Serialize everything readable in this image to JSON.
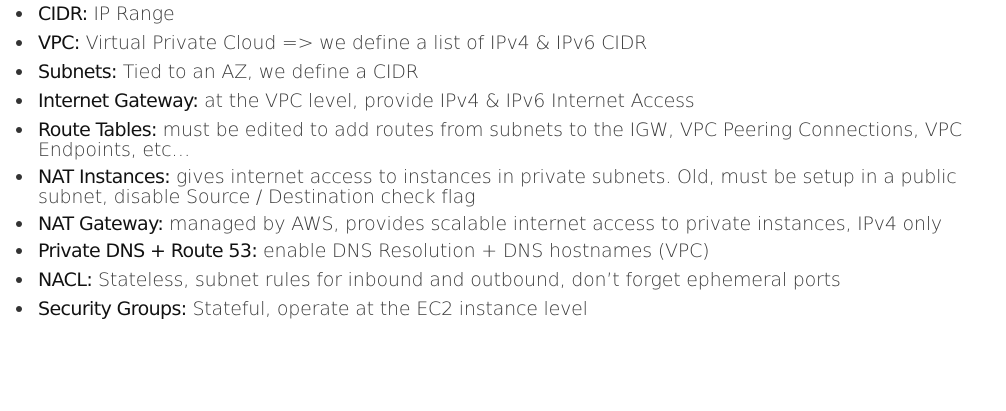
{
  "items": [
    {
      "term": "CIDR:",
      "desc": " IP Range"
    },
    {
      "term": "VPC:",
      "desc": " Virtual Private Cloud => we define a list of IPv4 & IPv6 CIDR"
    },
    {
      "term": "Subnets:",
      "desc": " Tied to an AZ, we define a CIDR"
    },
    {
      "term": "Internet Gateway:",
      "desc": " at the VPC level, provide IPv4 & IPv6 Internet Access"
    },
    {
      "term": "Route Tables:",
      "desc": " must be edited to add routes from subnets to the IGW, VPC Peering Connections, VPC Endpoints, etc…"
    },
    {
      "term": "NAT Instances:",
      "desc": " gives internet access to instances in private subnets. Old, must be setup in a public subnet, disable Source / Destination check flag"
    },
    {
      "term": "NAT Gateway:",
      "desc": " managed by AWS, provides scalable internet access to private instances, IPv4 only"
    },
    {
      "term": "Private DNS + Route 53:",
      "desc": " enable DNS Resolution + DNS hostnames (VPC)"
    },
    {
      "term": "NACL:",
      "desc": " Stateless, subnet rules for inbound and outbound, don’t forget ephemeral ports"
    },
    {
      "term": "Security Groups:",
      "desc": " Stateful, operate at the EC2 instance level"
    }
  ]
}
